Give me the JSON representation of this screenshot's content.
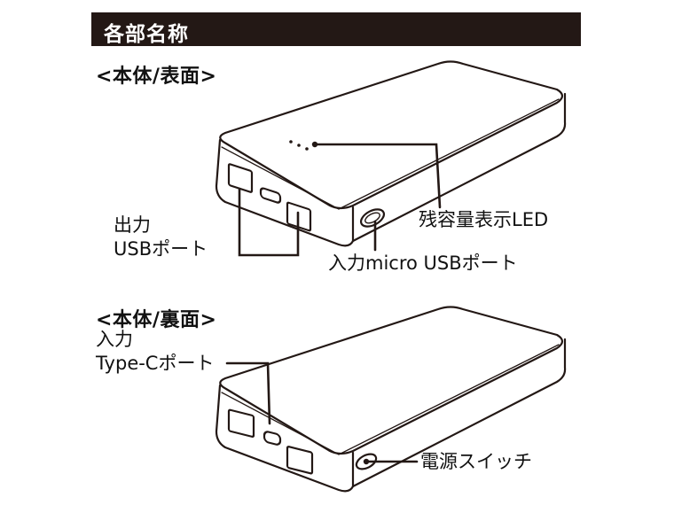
{
  "header": {
    "title": "各部名称"
  },
  "front": {
    "section_title": "<本体/表面>",
    "labels": {
      "output_line1": "出力",
      "output_line2": "USBポート",
      "led": "残容量表示LED",
      "micro_usb": "入力micro USBポート"
    }
  },
  "back": {
    "section_title": "<本体/裏面>",
    "labels": {
      "typec_line1": "入力",
      "typec_line2": "Type-Cポート",
      "power_switch": "電源スイッチ"
    }
  }
}
